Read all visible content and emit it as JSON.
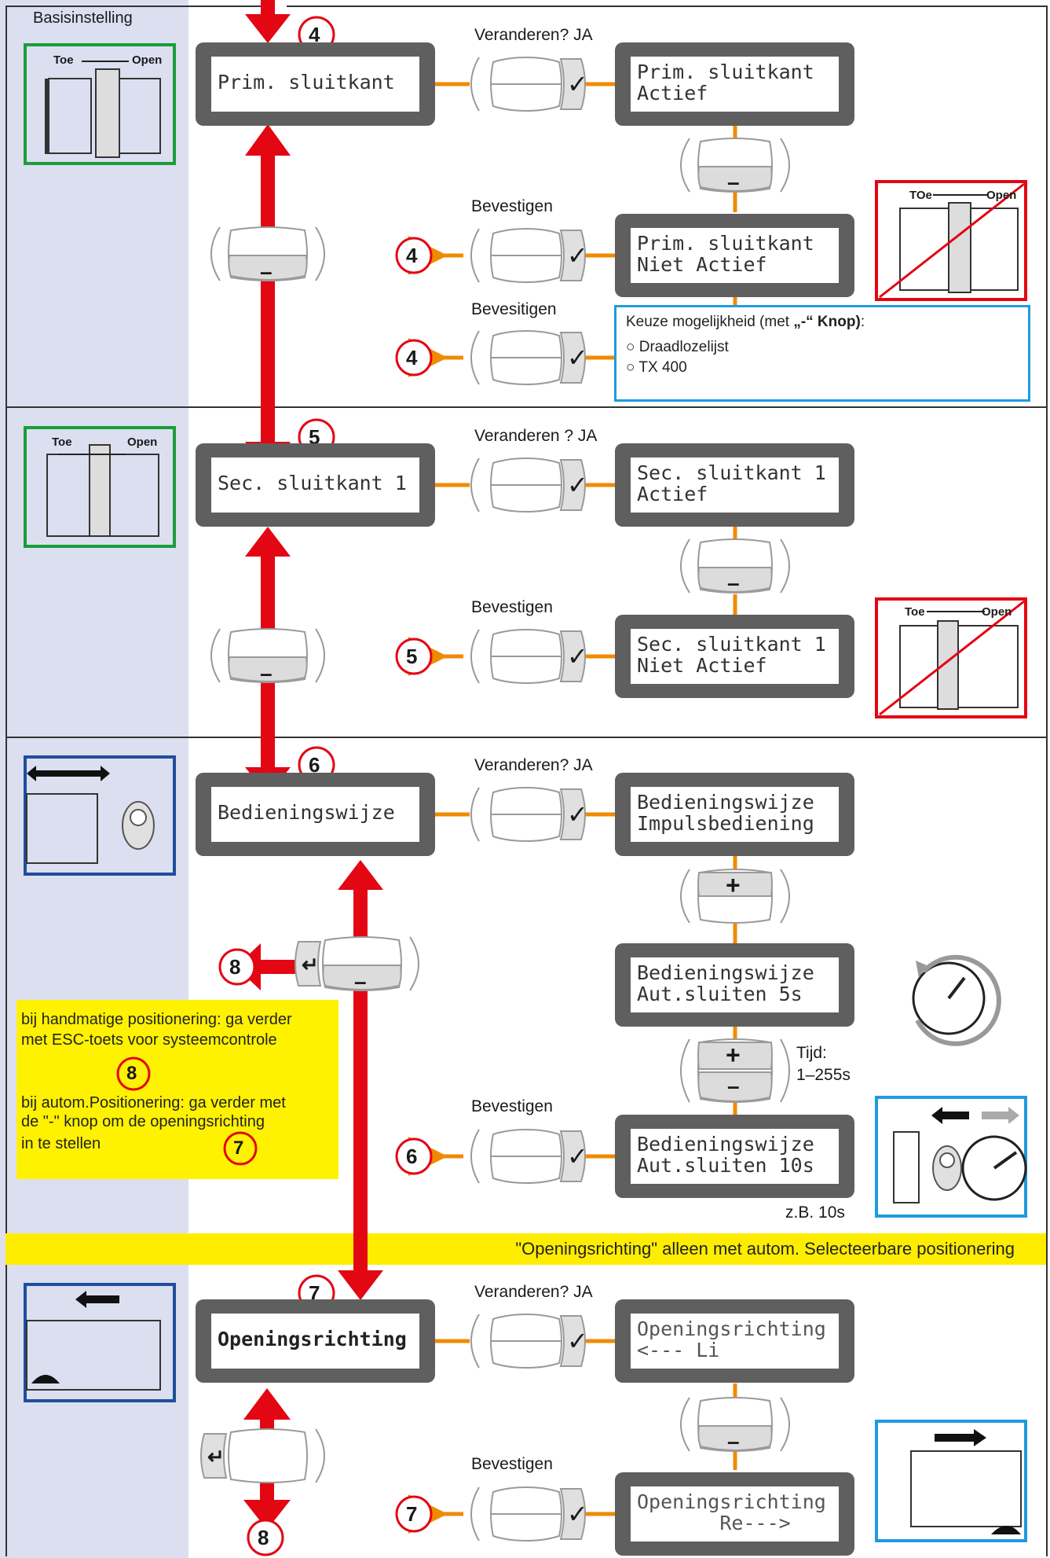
{
  "header": {
    "tab_label": "Basisinstelling"
  },
  "labels": {
    "change_yes": "Veranderen? JA",
    "change_yes_spaced": "Veranderen ? JA",
    "confirm": "Bevestigen",
    "confirm_alt": "Bevesitigen",
    "time_label": "Tijd:",
    "time_range": "1–255s",
    "example": "z.B. 10s"
  },
  "steps": {
    "s4": "4",
    "s5": "5",
    "s6": "6",
    "s7": "7",
    "s8": "8"
  },
  "door_labels": {
    "toe": "Toe",
    "toe_alt": "TOe",
    "open": "Open"
  },
  "keys": {
    "minus": "–",
    "plus": "+",
    "check": "✓",
    "esc": "↵"
  },
  "section1": {
    "menu": "Prim. sluitkant",
    "opt1_l1": "Prim. sluitkant",
    "opt1_l2": "Actief",
    "opt2_l1": "Prim. sluitkant",
    "opt2_l2": "Niet Actief",
    "info_title_a": "Keuze mogelijkheid (met ",
    "info_title_b": "„-“ Knop)",
    "info_title_c": ":",
    "info_opt1": "○ Draadlozelijst",
    "info_opt2": "○ TX 400"
  },
  "section2": {
    "menu": "Sec. sluitkant 1",
    "opt1_l1": "Sec. sluitkant 1",
    "opt1_l2": "Actief",
    "opt2_l1": "Sec. sluitkant 1",
    "opt2_l2": "Niet Actief"
  },
  "section3": {
    "menu": "Bedieningswijze",
    "opt1_l1": "Bedieningswijze",
    "opt1_l2": "Impulsbediening",
    "opt2_l1": "Bedieningswijze",
    "opt2_l2": "Aut.sluiten 5s",
    "opt3_l1": "Bedieningswijze",
    "opt3_l2": "Aut.sluiten 10s",
    "note_l1": "bij handmatige positionering: ga verder",
    "note_l2": "met ESC-toets voor systeemcontrole",
    "note_l3": "bij autom.Positionering: ga verder met",
    "note_l4": "de   \"-\"   knop om de openingsrichting",
    "note_l5": "in te stellen"
  },
  "banner": "\"Openingsrichting\" alleen met autom. Selecteerbare positionering",
  "section4": {
    "menu": "Openingsrichting",
    "opt1_l1": "Openingsrichting",
    "opt1_l2": "<--- Li",
    "opt2_l1": "Openingsrichting",
    "opt2_l2": "       Re--->"
  },
  "colors": {
    "arrow_red": "#e30613",
    "connector_orange": "#f08a00",
    "frame_green": "#1a9e3a",
    "frame_red": "#e30613",
    "frame_blue": "#1f4e9c",
    "frame_cyan": "#1e9be0",
    "note_yellow": "#fff200",
    "lcd_gray": "#5f5f5f"
  }
}
